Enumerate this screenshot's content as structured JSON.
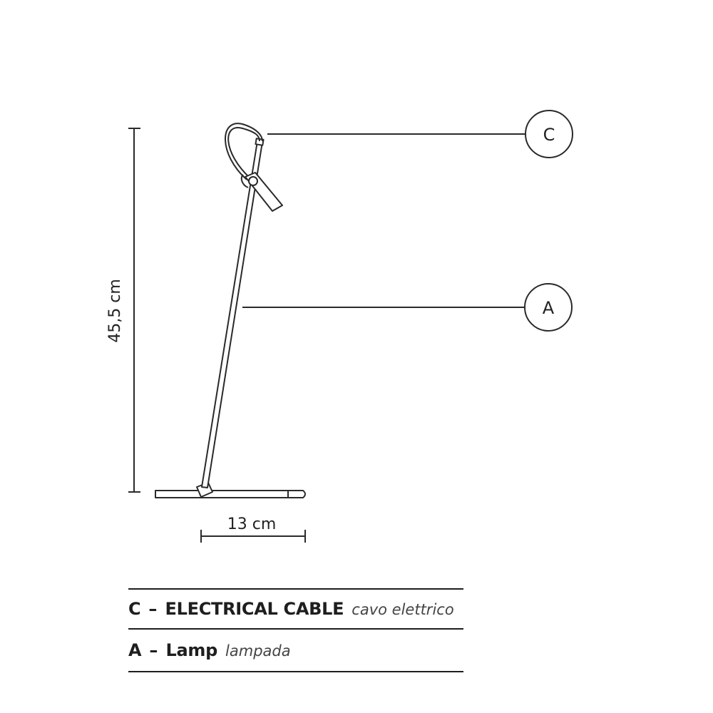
{
  "dimensions": {
    "height": "45,5 cm",
    "base_width": "13 cm"
  },
  "callouts": [
    {
      "letter": "C"
    },
    {
      "letter": "A"
    }
  ],
  "legend": [
    {
      "key": "C",
      "separator": "–",
      "name": "ELECTRICAL CABLE",
      "translation": "cavo elettrico"
    },
    {
      "key": "A",
      "separator": "–",
      "name": "Lamp",
      "translation": "lampada"
    }
  ]
}
